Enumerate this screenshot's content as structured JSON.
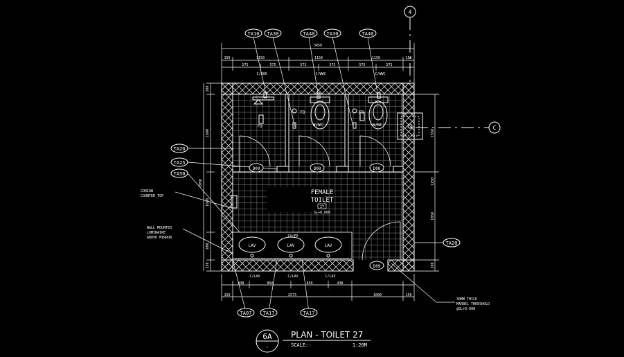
{
  "drawing": {
    "grid_refs": {
      "col": "4",
      "row": "C"
    },
    "top_tags": [
      "TA10",
      "TA30",
      "TA40",
      "TA30",
      "TA40"
    ],
    "left_tags": [
      "TA20",
      "TA25",
      "TA50"
    ],
    "right_tag": "TA20",
    "bottom_tags": [
      "TA07",
      "TA17",
      "TA17"
    ],
    "dimensions": {
      "overall_top": "3450",
      "top_segments": [
        "150",
        "1150",
        "1150",
        "1150",
        "150"
      ],
      "top_sub": [
        "575",
        "575",
        "575",
        "575",
        "575",
        "575"
      ],
      "left": [
        "200",
        "1600",
        "2050",
        "1600",
        "600",
        "250"
      ],
      "right": [
        "1550",
        "1250",
        "1050",
        "200"
      ],
      "bottom_segments": [
        "150",
        "2573",
        "1000",
        "150"
      ],
      "bottom_sub": [
        "438",
        "850",
        "850",
        "438"
      ]
    },
    "fixture_codes": {
      "shower": "C/SHO",
      "wc1": "C/WWC",
      "wc2": "C/WWC",
      "wc_label": "W/WC",
      "floor_drain": "FD",
      "lav": "LAV",
      "lav_code": "C/LAV"
    },
    "doors": [
      "D09",
      "D08",
      "D08",
      "D09"
    ],
    "room": {
      "name_line1": "FEMALE",
      "name_line2": "TOILET",
      "number": "27",
      "level": "SL+0.000"
    },
    "counter_fd": "CO/FD",
    "notes": {
      "counter": [
        "CORIAN",
        "COUNTER TOP"
      ],
      "luminaire": [
        "WALL MOUNTED",
        "LUMINAIRE",
        "ABOVE MIRROR"
      ],
      "threshold": [
        "30MM THICK",
        "MARBEL THRESHOLD",
        "@SL+0.000"
      ]
    },
    "title_block": {
      "number": "6A",
      "sub": "-",
      "title": "PLAN - TOILET 27",
      "scale_label": "SCALE:-",
      "scale_value": "1:20M"
    }
  }
}
